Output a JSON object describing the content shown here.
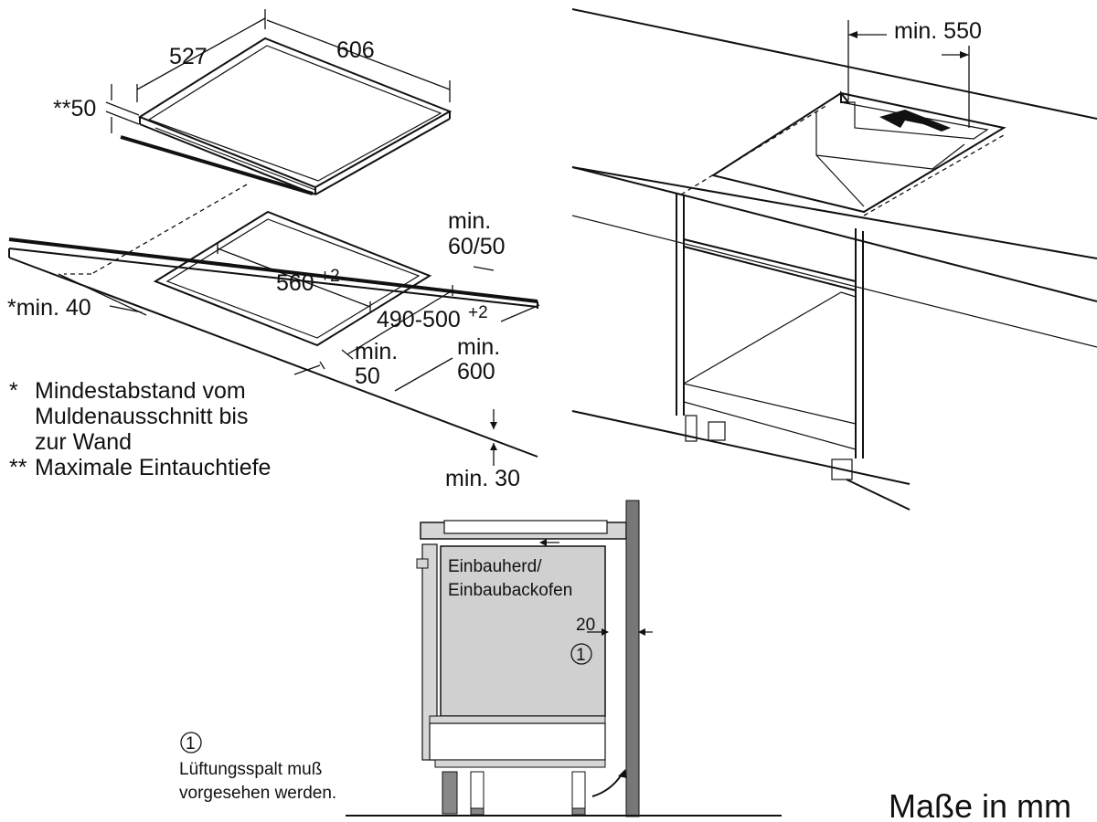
{
  "top_left": {
    "dim_depth": "527",
    "dim_width": "606",
    "dim_height": "**50",
    "dim_min_6050_line1": "min.",
    "dim_min_6050_line2": "60/50",
    "dim_cutout_width_base": "560",
    "dim_cutout_width_tol": "+2",
    "dim_cutout_depth_base": "490-500",
    "dim_cutout_depth_tol": "+2",
    "dim_min40": "*min. 40",
    "dim_min50_line1": "min.",
    "dim_min50_line2": "50",
    "dim_min600_line1": "min.",
    "dim_min600_line2": "600",
    "dim_min30": "min. 30"
  },
  "notes": {
    "note1_marker": "*",
    "note1_line1": "Mindestabstand vom",
    "note1_line2": "Muldenausschnitt bis",
    "note1_line3": "zur Wand",
    "note2_marker": "**",
    "note2_line1": "Maximale Eintauchtiefe"
  },
  "top_right": {
    "dim_min550": "min. 550"
  },
  "bottom": {
    "oven_label_line1": "Einbauherd/",
    "oven_label_line2": "Einbaubackofen",
    "gap_value": "20",
    "callout_marker": "1",
    "legend_marker": "1",
    "legend_line1": "Lüftungsspalt muß",
    "legend_line2": "vorgesehen werden."
  },
  "units_note": "Maße in mm"
}
